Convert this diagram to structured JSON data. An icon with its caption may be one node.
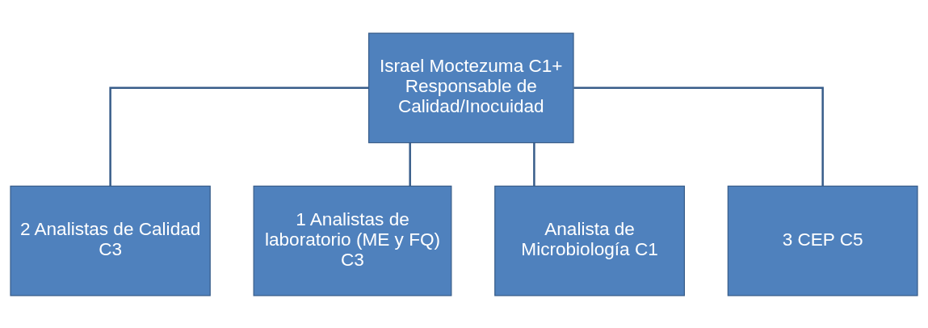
{
  "diagram": {
    "nodes": [
      {
        "text": [
          "Israel Moctezuma C1+ Responsable de Calidad/Inocuidad"
        ]
      },
      {
        "text": [
          "2 Analistas de Calidad C3"
        ]
      },
      {
        "text": [
          "1 Analistas de laboratorio (ME y FQ) C3"
        ]
      },
      {
        "text": [
          "Analista de Microbiología C1"
        ]
      },
      {
        "text": [
          "3 CEP C5"
        ]
      }
    ],
    "edges": [
      {
        "from": 0,
        "to": 1,
        "arrow": "none"
      },
      {
        "from": 0,
        "to": 2,
        "arrow": "none"
      },
      {
        "from": 0,
        "to": 3,
        "arrow": "none"
      },
      {
        "from": 0,
        "to": 4,
        "arrow": "none"
      }
    ]
  }
}
